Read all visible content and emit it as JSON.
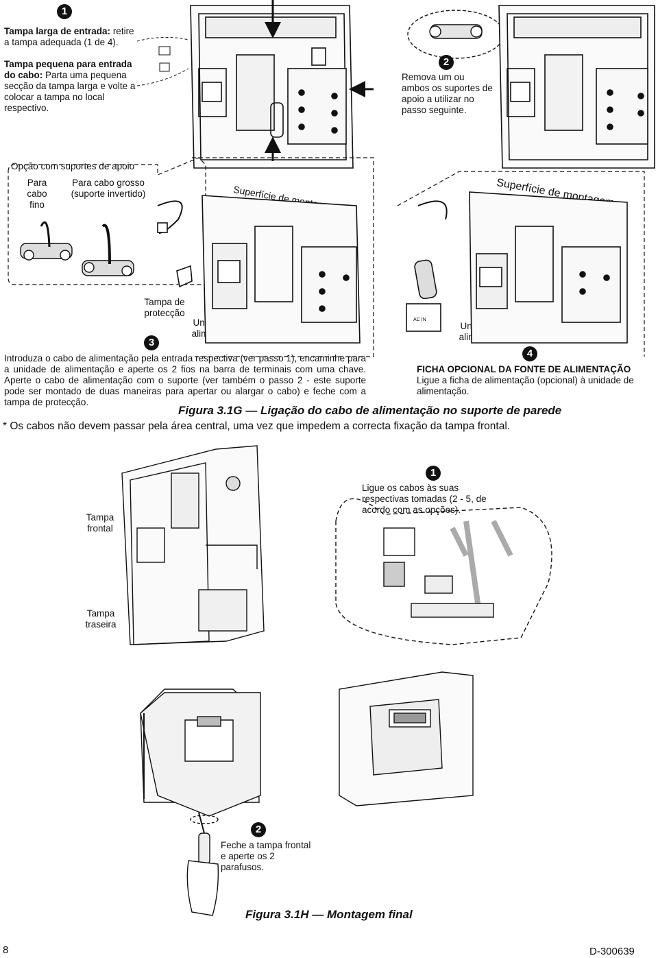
{
  "fig_g": {
    "step1": {
      "badge": "1",
      "title_large": "Tampa larga de entrada:",
      "text_large": "retire a tampa adequada (1 de 4).",
      "title_small": "Tampa pequena para entrada do cabo:",
      "text_small": "Parta uma pequena secção da tampa larga e volte a colocar a tampa no local respectivo."
    },
    "step2": {
      "badge": "2",
      "text": "Remova um ou ambos os suportes de apoio a utilizar no passo seguinte."
    },
    "option_box": {
      "title": "Opção com suportes de apoio",
      "thin_cable": "Para cabo fino",
      "thick_cable": "Para cabo grosso (suporte invertido)"
    },
    "surface_label_left": "Superfície de montagem",
    "surface_label_right": "Superfície de montagem",
    "protection_cover": "Tampa de protecção",
    "power_unit_left": "Unidade de alimentação",
    "asterisk_left": "(*)",
    "power_unit_right": "Unidade de alimentação",
    "asterisk_right": "(*)",
    "step3": {
      "badge": "3",
      "text": "Introduza o cabo de alimentação pela entrada respectiva (ver passo 1), encaminhe para a unidade de alimentação e aperte os 2 fios na barra de terminais com uma chave. Aperte o cabo de alimentação com o suporte (ver também o passo 2 - este suporte pode ser montado de duas maneiras para apertar ou alargar o cabo) e feche com a tampa de protecção."
    },
    "step4": {
      "badge": "4",
      "title": "FICHA OPCIONAL DA FONTE DE ALIMENTAÇÃO",
      "text": "Ligue a ficha de alimentação (opcional) à unidade de alimentação."
    },
    "caption": "Figura 3.1G — Ligação do cabo de alimentação no suporte de parede",
    "note": "* Os cabos não devem passar pela área central, uma vez que impedem a correcta fixação da tampa frontal.",
    "ac_label": "AC IN"
  },
  "fig_h": {
    "front_cover": "Tampa frontal",
    "back_cover": "Tampa traseira",
    "step1": {
      "badge": "1",
      "text": "Ligue os cabos às suas respectivas tomadas (2 - 5, de acordo com as opções)."
    },
    "step2": {
      "badge": "2",
      "text": "Feche a tampa frontal e aperte os 2 parafusos."
    },
    "caption": "Figura 3.1H — Montagem final"
  },
  "footer": {
    "page_number": "8",
    "doc_code": "D-300639"
  }
}
